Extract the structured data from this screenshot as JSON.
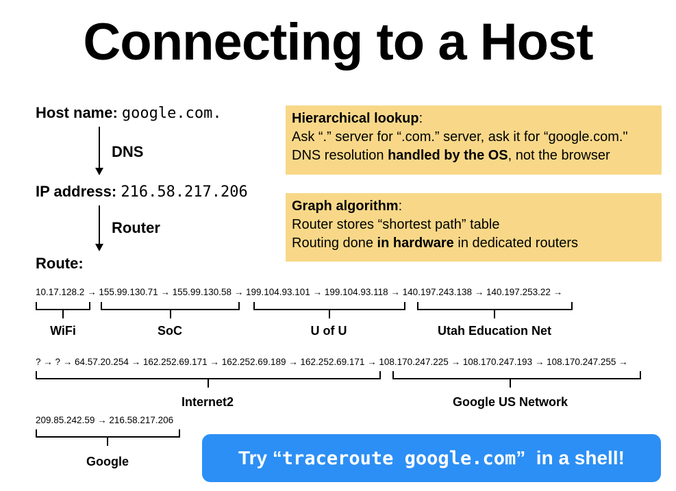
{
  "title": "Connecting to a Host",
  "host": {
    "label": "Host name:",
    "value": "google.com."
  },
  "dns_label": "DNS",
  "ip": {
    "label": "IP address:",
    "value": "216.58.217.206"
  },
  "router_label": "Router",
  "route_label": "Route:",
  "box_dns": {
    "heading": "Hierarchical lookup",
    "heading_colon": ":",
    "line2": "Ask “.” server for “.com.” server, ask it for “google.com.\"",
    "line3_pre": "DNS resolution ",
    "line3_bold": "handled by the OS",
    "line3_post": ", not the browser"
  },
  "box_router": {
    "heading": "Graph algorithm",
    "heading_colon": ":",
    "line2": "Router stores “shortest path” table",
    "line3_pre": "Routing done ",
    "line3_bold": "in hardware",
    "line3_post": " in dedicated routers"
  },
  "route_rows": [
    "10.17.128.2 → 155.99.130.71 → 155.99.130.58 → 199.104.93.101 → 199.104.93.118 → 140.197.243.138 → 140.197.253.22 →",
    "? → ? → 64.57.20.254 → 162.252.69.171 → 162.252.69.189 → 162.252.69.171 → 108.170.247.225 → 108.170.247.193 → 108.170.247.255 →",
    "209.85.242.59 → 216.58.217.206"
  ],
  "segments": {
    "wifi": "WiFi",
    "soc": "SoC",
    "uofu": "U of U",
    "uen": "Utah Education Net",
    "internet2": "Internet2",
    "google_us": "Google US Network",
    "google": "Google"
  },
  "cta": {
    "pre": "Try “",
    "code": "traceroute google.com",
    "post": "”  in a shell!"
  },
  "colors": {
    "box_bg": "#f8d888",
    "cta_bg": "#2c8ff5",
    "cta_text": "#ffffff"
  }
}
